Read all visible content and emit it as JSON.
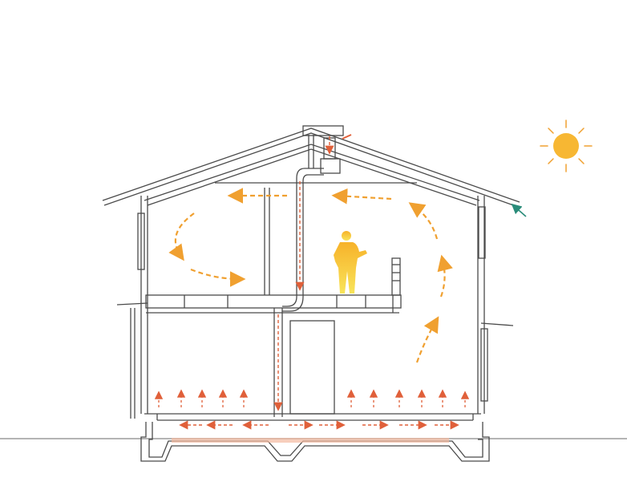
{
  "diagram": {
    "colors": {
      "line": "#4a4a4a",
      "duct_arrow": "#e0603a",
      "warm_arrow": "#f0a030",
      "sun": "#f7b733",
      "sun_ray": "#f0a030",
      "floor_heat": "#f4b9a0",
      "person": "#f2c230",
      "breeze": "#2a8c7a"
    },
    "elements": [
      "sun-icon",
      "house-section",
      "roof-vent",
      "air-duct",
      "person-figure",
      "warm-air-circulation-arrows",
      "underfloor-air-arrows",
      "rising-heat-arrows",
      "eave-inlet-arrow"
    ]
  }
}
